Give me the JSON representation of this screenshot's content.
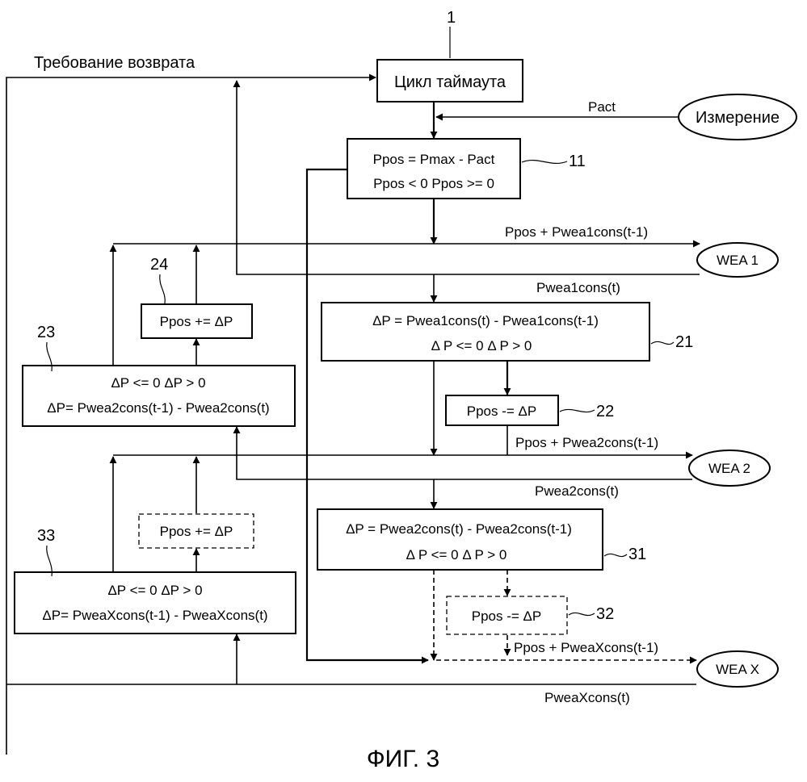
{
  "boxes": {
    "timeout_loop": "Цикл таймаута",
    "measurement": "Измерение",
    "b11_line1": "Ppos = Pmax - Pact",
    "b11_line2": "Ppos < 0   Ppos >= 0",
    "b21_line1": "ΔP = Pwea1cons(t) - Pwea1cons(t-1)",
    "b21_line2": "Δ P <= 0          Δ P > 0",
    "b22": "Ppos -= ΔP",
    "b24": "Ppos += ΔP",
    "b23_line1": "ΔP <= 0          ΔP > 0",
    "b23_line2": "ΔP= Pwea2cons(t-1) - Pwea2cons(t)",
    "b31_line1": "ΔP = Pwea2cons(t) - Pwea2cons(t-1)",
    "b31_line2": "Δ P <= 0          Δ P > 0",
    "b32": "Ppos -= ΔP",
    "b34": "Ppos += ΔP",
    "b33_line1": "ΔP <= 0          ΔP > 0",
    "b33_line2": "ΔP= PweaXcons(t-1) - PweaXcons(t)"
  },
  "turbines": {
    "wea1": "WEA 1",
    "wea2": "WEA 2",
    "weax": "WEA X"
  },
  "signals": {
    "return_request": "Требование возврата",
    "pact": "Pact",
    "to_wea1": "Ppos + Pwea1cons(t-1)",
    "from_wea1": "Pwea1cons(t)",
    "to_wea2": "Ppos + Pwea2cons(t-1)",
    "from_wea2": "Pwea2cons(t)",
    "to_weax": "Ppos + PweaXcons(t-1)",
    "from_weax": "PweaXcons(t)"
  },
  "refs": {
    "r1": "1",
    "r11": "11",
    "r21": "21",
    "r22": "22",
    "r23": "23",
    "r24": "24",
    "r31": "31",
    "r32": "32",
    "r33": "33"
  },
  "caption": "ФИГ. 3"
}
